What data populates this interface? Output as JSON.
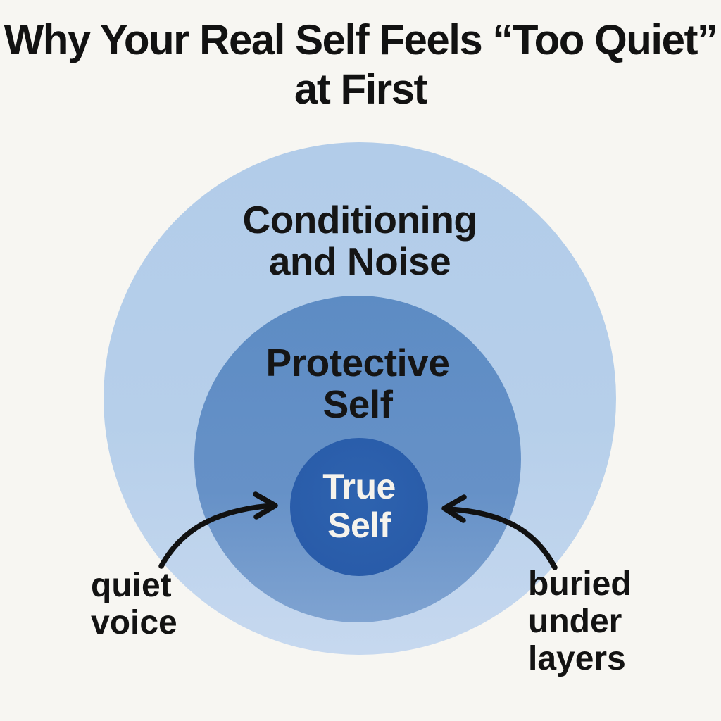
{
  "title": {
    "line1": "Why Your Real Self",
    "line2": "Feels “Too Quiet” at First"
  },
  "diagram": {
    "rings": [
      {
        "id": "conditioning-and-noise",
        "label_line1": "Conditioning",
        "label_line2": "and Noise",
        "fill_top": "#b2cce9",
        "fill_bottom": "#c6d8ef",
        "text_color": "#151515"
      },
      {
        "id": "protective-self",
        "label_line1": "Protective",
        "label_line2": "Self",
        "fill_top": "#5d8cc4",
        "fill_bottom": "#7fa3d1",
        "text_color": "#151515"
      },
      {
        "id": "true-self",
        "label_line1": "True",
        "label_line2": "Self",
        "fill_top": "#2e63af",
        "fill_bottom": "#2759a7",
        "text_color": "#f6f3ec"
      }
    ],
    "annotations": [
      {
        "id": "quiet-voice",
        "line1": "quiet",
        "line2": "voice",
        "side": "left",
        "arrow_points_to": "true-self"
      },
      {
        "id": "buried-under-layers",
        "line1": "buried",
        "line2": "under",
        "line3": "layers",
        "side": "right",
        "arrow_points_to": "true-self"
      }
    ]
  },
  "colors": {
    "background": "#f7f6f2",
    "title_text": "#121212",
    "annotation_text": "#131313",
    "arrow": "#111111"
  }
}
